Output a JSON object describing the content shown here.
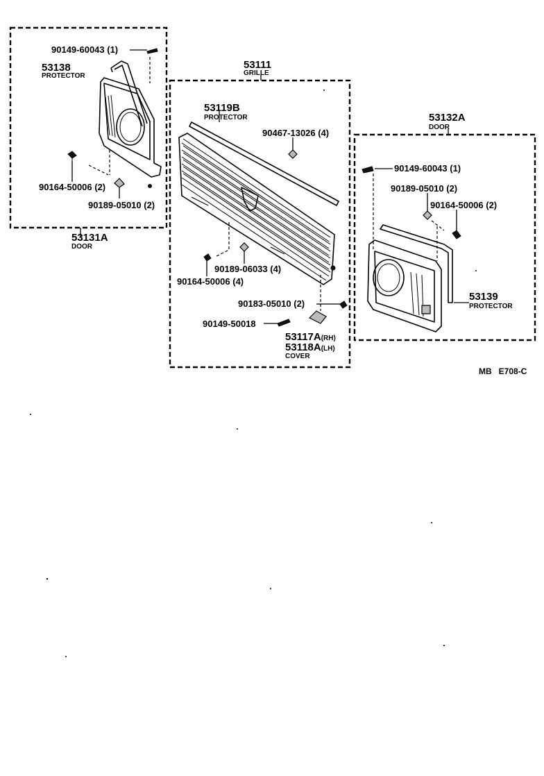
{
  "left_group": {
    "assembly_no": "53131A",
    "assembly_name": "DOOR",
    "protector_no": "53138",
    "protector_name": "PROTECTOR",
    "screw_top": "90149-60043 (1)",
    "screw_lower": "90164-50006 (2)",
    "clip_lower": "90189-05010 (2)"
  },
  "center_group": {
    "assembly_no": "53111",
    "assembly_name": "GRILLE",
    "protector_no": "53119B",
    "protector_name": "PROTECTOR",
    "clip_top": "90467-13026 (4)",
    "clip_mid": "90189-06033 (4)",
    "screw_mid": "90164-50006 (4)",
    "clip_right": "90183-05010 (2)",
    "screw_bottom": "90149-50018",
    "cover_rh": "53117A",
    "cover_rh_suffix": "(RH)",
    "cover_lh": "53118A",
    "cover_lh_suffix": "(LH)",
    "cover_name": "COVER"
  },
  "right_group": {
    "assembly_no": "53132A",
    "assembly_name": "DOOR",
    "screw_top": "90149-60043 (1)",
    "clip": "90189-05010 (2)",
    "screw": "90164-50006 (2)",
    "protector_no": "53139",
    "protector_name": "PROTECTOR"
  },
  "reference_code": "MB   E708-C"
}
